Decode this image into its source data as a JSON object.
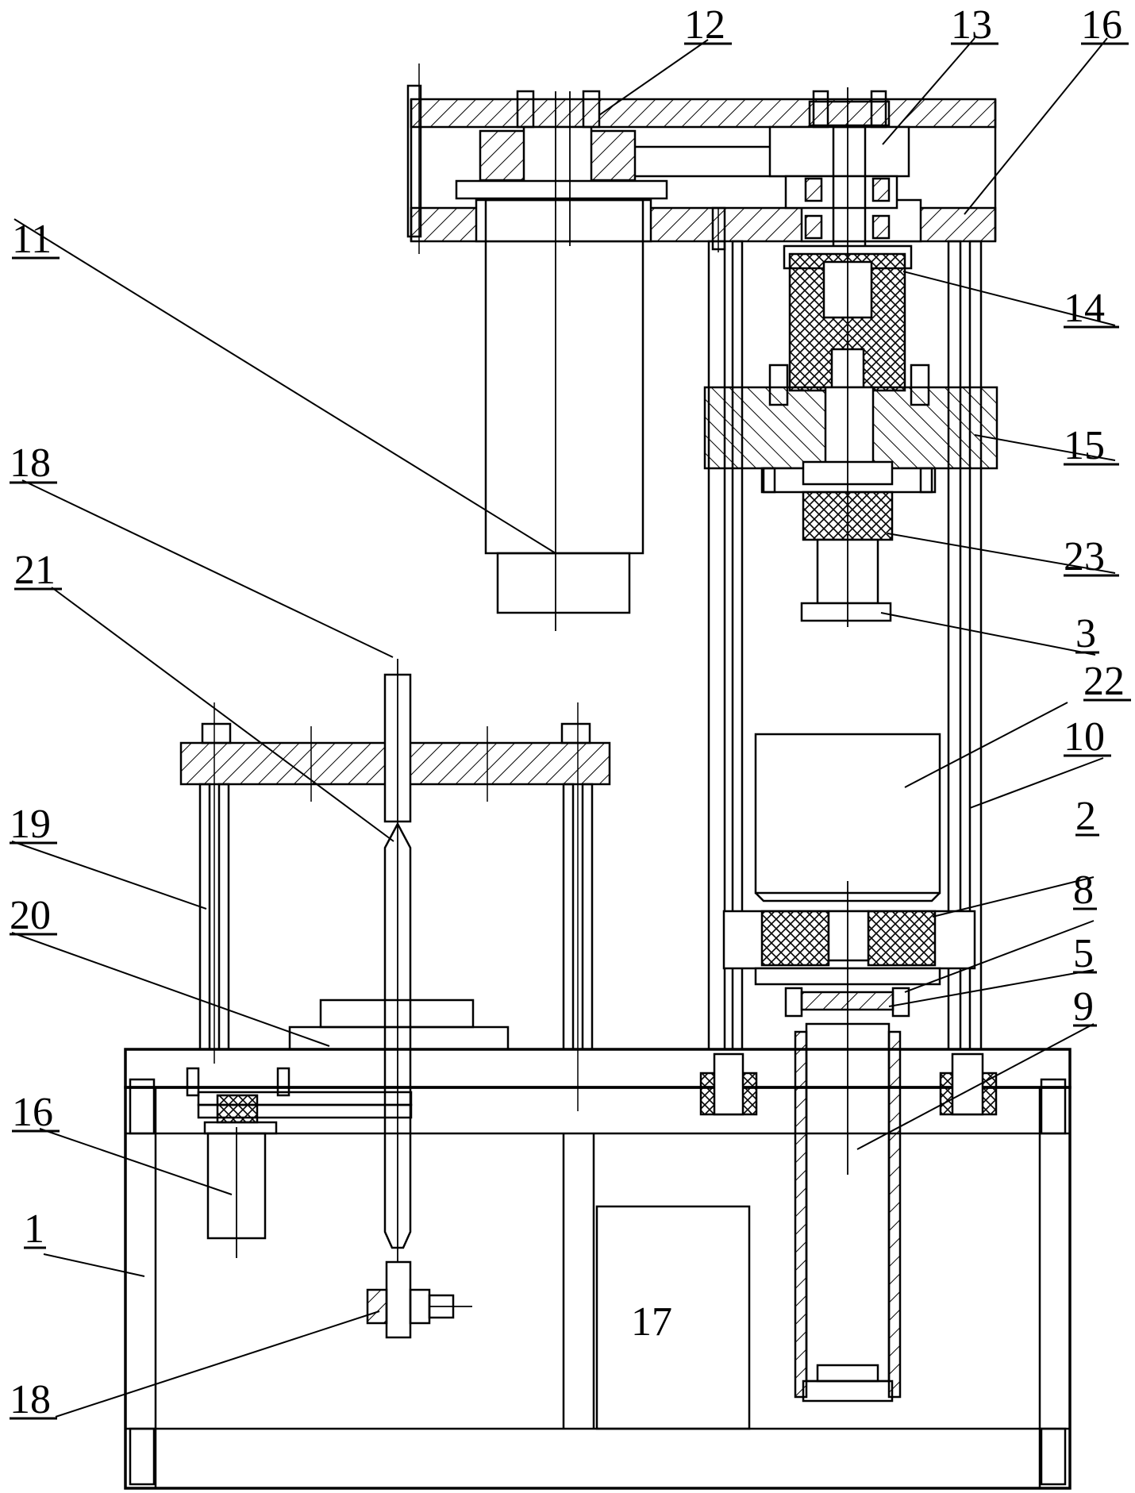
{
  "labels": {
    "l1": "1",
    "l2": "2",
    "l3": "3",
    "l5": "5",
    "l8": "8",
    "l9": "9",
    "l10": "10",
    "l11": "11",
    "l12": "12",
    "l13": "13",
    "l14": "14",
    "l15": "15",
    "l16_top": "16",
    "l16_bottom": "16",
    "l17": "17",
    "l18_top": "18",
    "l18_bottom": "18",
    "l19": "19",
    "l20": "20",
    "l21": "21",
    "l22": "22",
    "l23": "23"
  }
}
